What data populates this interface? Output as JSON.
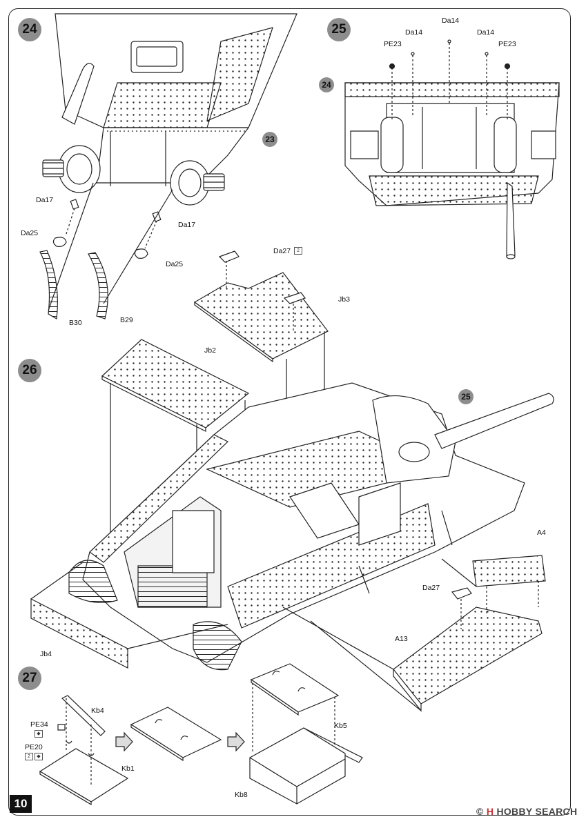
{
  "page": {
    "number": "10"
  },
  "watermark": {
    "prefix": "©",
    "logo": "H",
    "text": "HOBBY SEARCH"
  },
  "steps": {
    "s24": {
      "badge": "24",
      "ref_badge": "23",
      "parts": {
        "da17_a": "Da17",
        "da25_a": "Da25",
        "da17_b": "Da17",
        "da25_b": "Da25",
        "b30": "B30",
        "b29": "B29"
      }
    },
    "s25": {
      "badge": "25",
      "ref_badge": "24",
      "parts": {
        "da14_center": "Da14",
        "da14_left": "Da14",
        "da14_right": "Da14",
        "pe23_left": "PE23",
        "pe23_right": "PE23"
      }
    },
    "s26": {
      "badge": "26",
      "ref_badge": "25",
      "parts": {
        "da27_top": "Da27",
        "da27_top_qty": "2",
        "jb3": "Jb3",
        "jb2": "Jb2",
        "jb4": "Jb4",
        "a4": "A4",
        "da27_right": "Da27",
        "a13": "A13"
      }
    },
    "s27": {
      "badge": "27",
      "parts": {
        "pe34": "PE34",
        "pe20": "PE20",
        "pe20_qty": "2",
        "kb4": "Kb4",
        "kb1": "Kb1",
        "kb5": "Kb5",
        "kb8": "Kb8"
      }
    }
  }
}
